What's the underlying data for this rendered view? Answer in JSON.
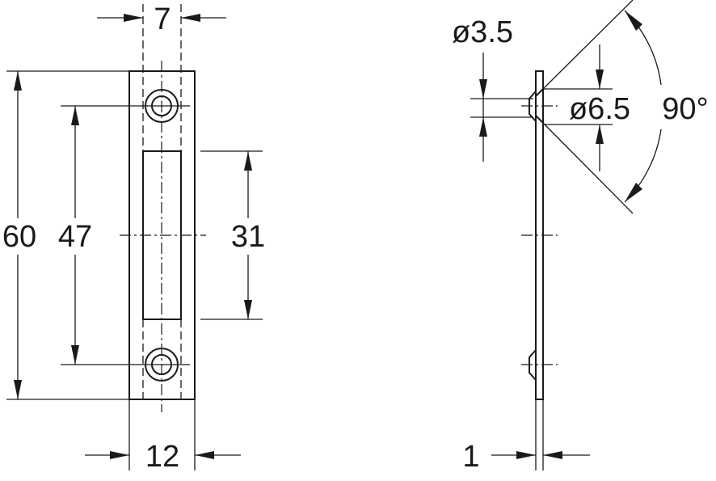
{
  "front_view": {
    "dim_width_slot": "7",
    "dim_overall_height": "60",
    "dim_hole_spacing": "47",
    "dim_slot_height": "31",
    "dim_overall_width": "12"
  },
  "side_view": {
    "dim_hole_diameter": "ø3.5",
    "dim_countersink_diameter": "ø6.5",
    "dim_countersink_angle": "90°",
    "dim_thickness": "1"
  }
}
